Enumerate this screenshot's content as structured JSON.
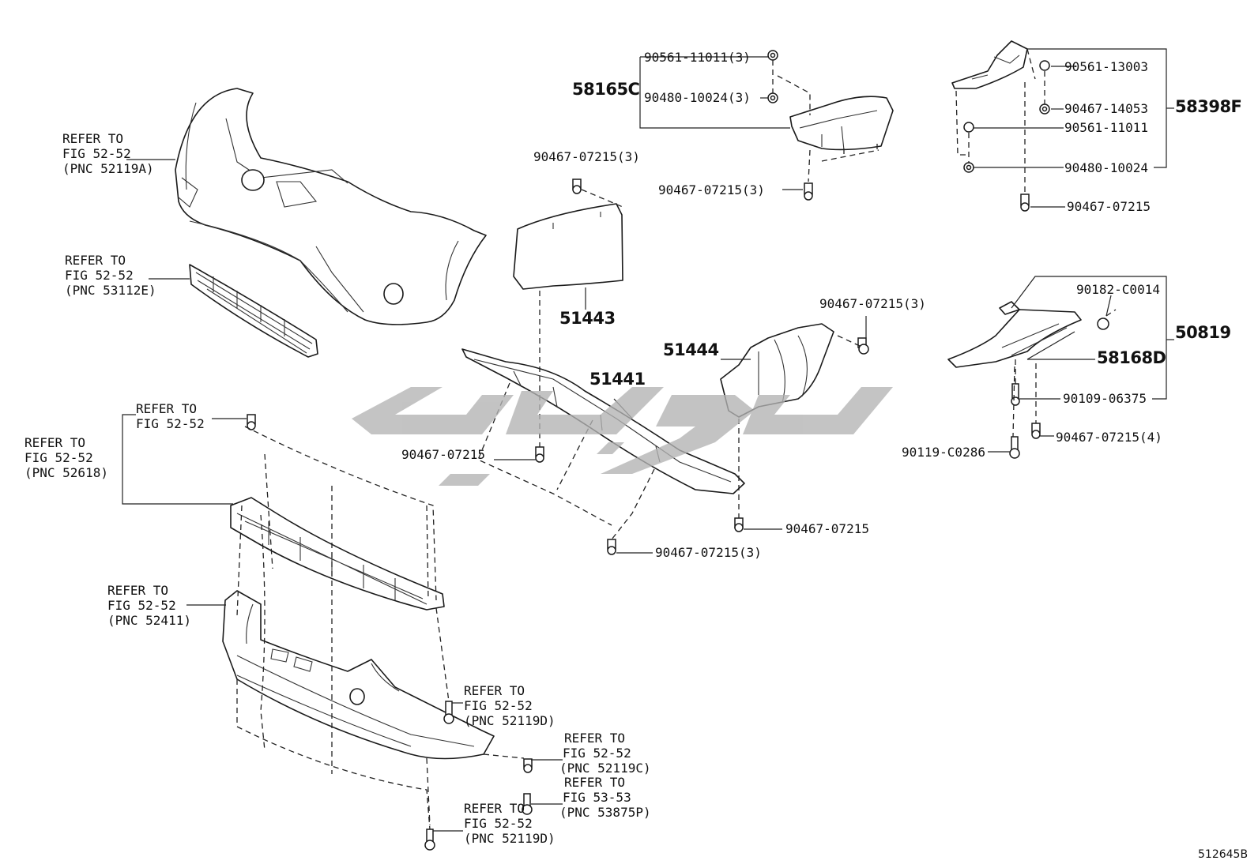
{
  "figure_id": "512645B",
  "watermark": {
    "color": "#b3b3b3"
  },
  "references": {
    "front_bumper_cover": [
      "REFER TO",
      "FIG 52-52",
      "(PNC 52119A)"
    ],
    "grille": [
      "REFER TO",
      "FIG 52-52",
      "(PNC 53112E)"
    ],
    "clip_upper": [
      "REFER TO",
      "FIG 52-52"
    ],
    "absorber": [
      "REFER TO",
      "FIG 52-52",
      "(PNC 52618)"
    ],
    "lower_cover": [
      "REFER TO",
      "FIG 52-52",
      "(PNC 52411)"
    ],
    "bolt_52119D_upper": [
      "REFER TO",
      "FIG 52-52",
      "(PNC 52119D)"
    ],
    "clip_52119C": [
      "REFER TO",
      "FIG 52-52",
      "(PNC 52119C)"
    ],
    "bolt_53875P": [
      "REFER TO",
      "FIG 53-53",
      "(PNC 53875P)"
    ],
    "bolt_52119D_lower": [
      "REFER TO",
      "FIG 52-52",
      "(PNC 52119D)"
    ]
  },
  "part_numbers": {
    "p58165C": "58165C",
    "p90561_11011_3": "90561-11011(3)",
    "p90480_10024_3": "90480-10024(3)",
    "p90467_07215_3_a": "90467-07215(3)",
    "p90467_07215_3_b": "90467-07215(3)",
    "p51443": "51443",
    "p58398F": "58398F",
    "p90561_13003": "90561-13003",
    "p90467_14053": "90467-14053",
    "p90561_11011": "90561-11011",
    "p90480_10024": "90480-10024",
    "p90467_07215_a": "90467-07215",
    "p90467_07215_3_c": "90467-07215(3)",
    "p51444": "51444",
    "p51441": "51441",
    "p90467_07215_b": "90467-07215",
    "p90467_07215_c": "90467-07215",
    "p90467_07215_3_d": "90467-07215(3)",
    "p90182_C0014": "90182-C0014",
    "p50819": "50819",
    "p58168D": "58168D",
    "p90109_06375": "90109-06375",
    "p90119_C0286": "90119-C0286",
    "p90467_07215_4": "90467-07215(4)"
  }
}
